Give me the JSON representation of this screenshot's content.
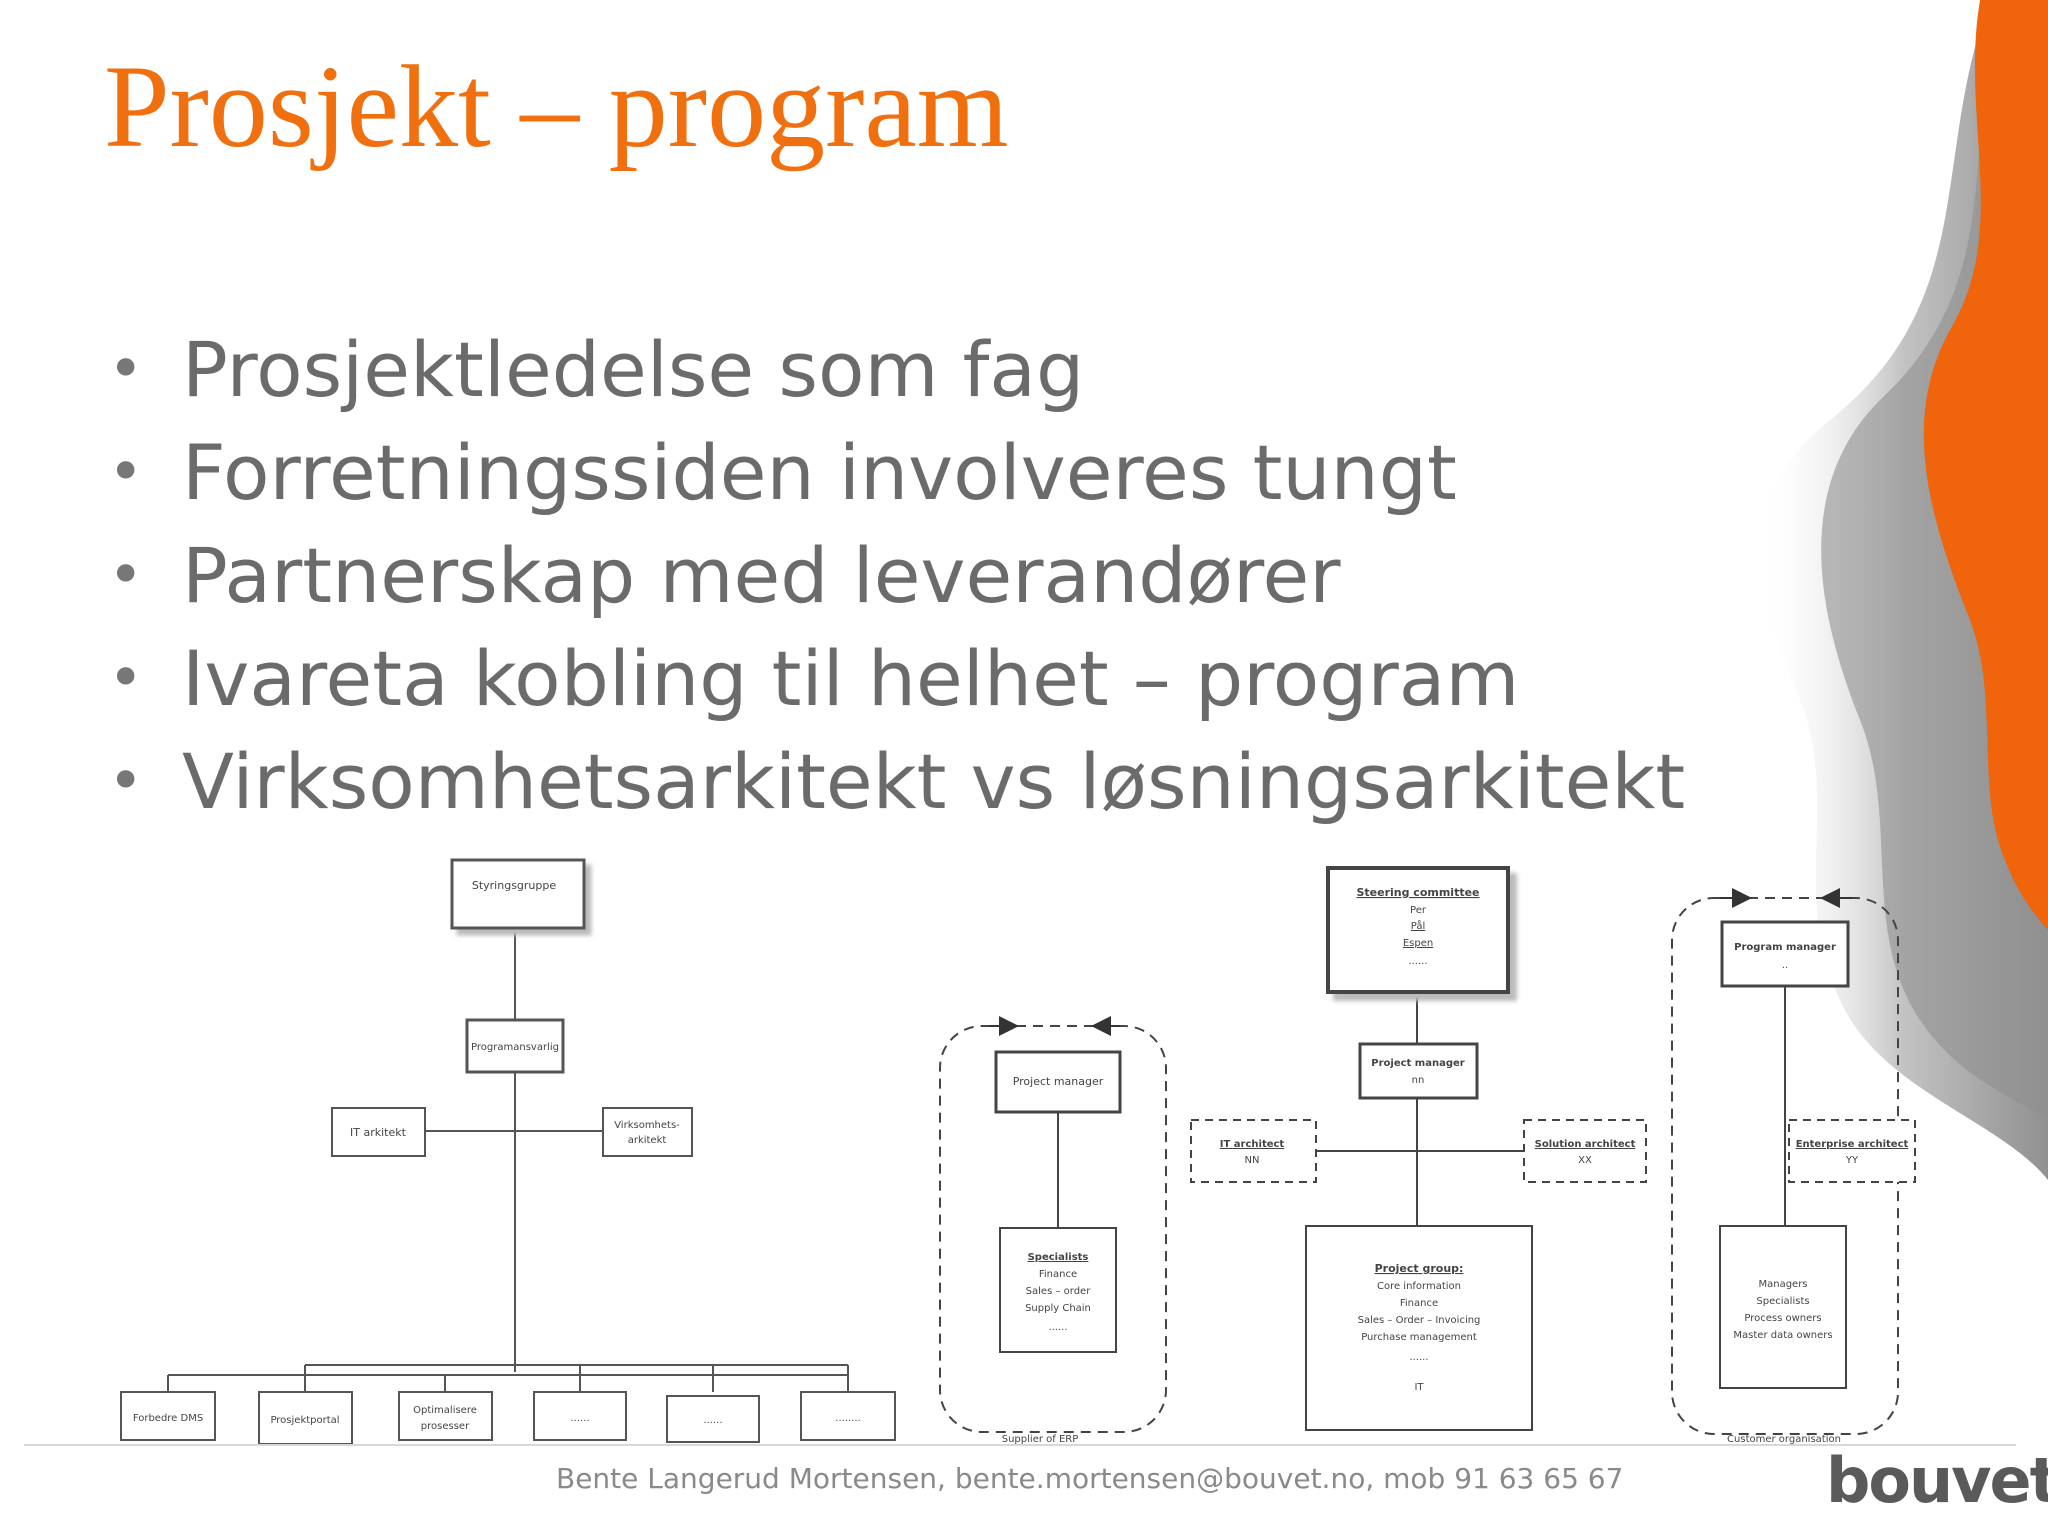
{
  "slide": {
    "title": "Prosjekt – program",
    "bullets": [
      "Prosjektledelse som fag",
      "Forretningssiden involveres tungt",
      "Partnerskap med leverandører",
      "Ivareta kobling til helhet – program",
      "Virksomhetsarkitekt vs løsningsarkitekt"
    ],
    "footer": "Bente Langerud Mortensen, bente.mortensen@bouvet.no, mob 91 63 65 67",
    "logo": "bouvet",
    "accent_color": "#f0700f"
  },
  "left_org": {
    "top": "Styringsgruppe",
    "program_owner": "Programansvarlig",
    "left_role": "IT arkitekt",
    "right_role_1": "Virksomhets-",
    "right_role_2": "arkitekt",
    "projects": [
      "Forbedre DMS",
      "Prosjektportal",
      "Optimalisere",
      "prosesser",
      "......",
      "......",
      "........"
    ]
  },
  "right_org": {
    "supplier": {
      "project_manager": "Project manager",
      "specialists_title": "Specialists",
      "specialists": [
        "Finance",
        "Sales – order",
        "Supply Chain",
        "......"
      ],
      "caption": "Supplier of ERP"
    },
    "steering": {
      "title": "Steering committee",
      "members": [
        "Per",
        "Pål",
        "Espen",
        "......"
      ]
    },
    "center": {
      "project_manager": "Project manager",
      "pm_name": "nn",
      "it_architect": "IT architect",
      "it_architect_name": "NN",
      "solution_architect": "Solution architect",
      "solution_architect_name": "XX",
      "group_title": "Project group:",
      "group_items": [
        "Core information",
        "Finance",
        "Sales – Order – Invoicing",
        "Purchase management",
        "......",
        "IT"
      ]
    },
    "customer": {
      "program_manager": "Program manager",
      "pm_name": "..",
      "enterprise_architect": "Enterprise architect",
      "enterprise_architect_name": "YY",
      "items": [
        "Managers",
        "Specialists",
        "Process owners",
        "Master data owners"
      ],
      "caption": "Customer organisation"
    }
  }
}
